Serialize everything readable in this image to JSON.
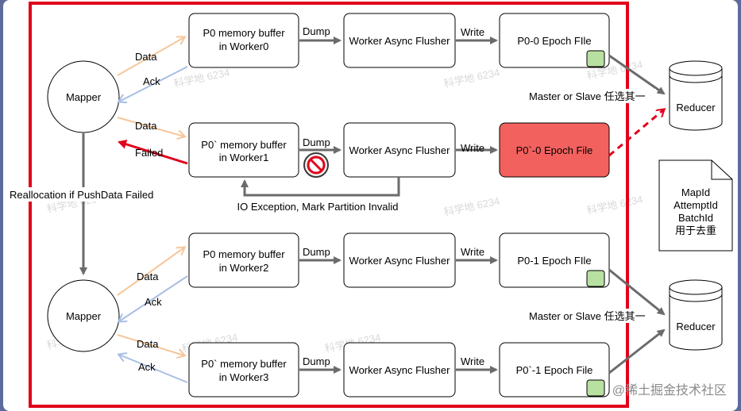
{
  "colors": {
    "frame": "#e0001b",
    "data_arrow": "#f6c79c",
    "ack_arrow": "#a7bfe4",
    "failed_arrow": "#e0001b",
    "box_stroke": "#000000",
    "flow_arrow": "#6b6b6b",
    "failed_file_fill": "#f3615e",
    "badge_fill": "#b8e0a0",
    "page_bg": "#5d6b9b"
  },
  "mappers": [
    {
      "label": "Mapper"
    },
    {
      "label": "Mapper"
    }
  ],
  "rows": [
    {
      "buffer": [
        "P0 memory buffer",
        "in Worker0"
      ],
      "flusher": "Worker Async Flusher",
      "file": "P0-0 Epoch FIle",
      "dump": "Dump",
      "write": "Write",
      "data": "Data",
      "ack": "Ack"
    },
    {
      "buffer": [
        "P0` memory buffer",
        "in Worker1"
      ],
      "flusher": "Worker Async Flusher",
      "file": "P0`-0 Epoch File",
      "dump": "Dump",
      "write": "Write",
      "data": "Data",
      "failed": "Failed",
      "blocked_icon": "no-entry-icon"
    },
    {
      "buffer": [
        "P0 memory buffer",
        "in Worker2"
      ],
      "flusher": "Worker Async Flusher",
      "file": "P0-1 Epoch FIle",
      "dump": "Dump",
      "write": "Write",
      "data": "Data",
      "ack": "Ack"
    },
    {
      "buffer": [
        "P0` memory buffer",
        "in Worker3"
      ],
      "flusher": "Worker Async Flusher",
      "file": "P0`-1 Epoch File",
      "dump": "Dump",
      "write": "Write",
      "data": "Data",
      "ack": "Ack"
    }
  ],
  "io_exception_label": "IO Exception, Mark Partition Invalid",
  "reallocation_label": "Reallocation if PushData Failed",
  "reducers": [
    {
      "label": "Reducer",
      "choice": "Master or Slave 任选其一"
    },
    {
      "label": "Reducer",
      "choice": "Master or Slave 任选其一"
    }
  ],
  "note": [
    "MapId",
    "AttemptId",
    "BatchId",
    "用于去重"
  ],
  "watermark_text": "@稀土掘金技术社区",
  "faint_watermark": "科学地 6234"
}
